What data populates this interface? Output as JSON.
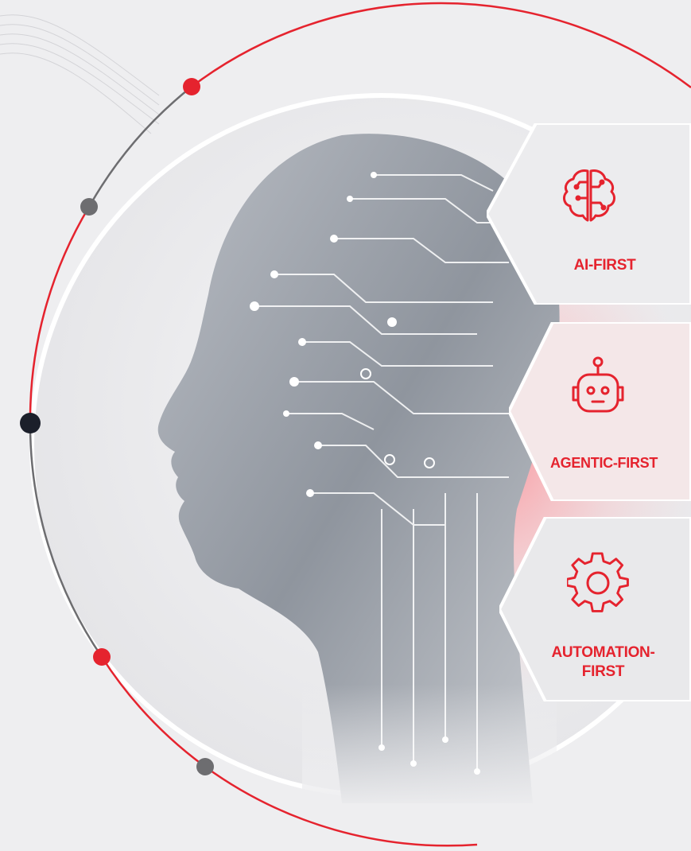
{
  "features": [
    {
      "label": "AI-FIRST",
      "icon": "brain-circuit-icon"
    },
    {
      "label": "AGENTIC-FIRST",
      "icon": "robot-icon"
    },
    {
      "label": "AUTOMATION-FIRST",
      "label_line1": "AUTOMATION-",
      "label_line2": "FIRST",
      "icon": "gear-icon"
    }
  ],
  "colors": {
    "accent": "#e5232e",
    "background": "#eeeef0",
    "node_dark": "#1b1f2a",
    "node_gray": "#6d6d70"
  }
}
